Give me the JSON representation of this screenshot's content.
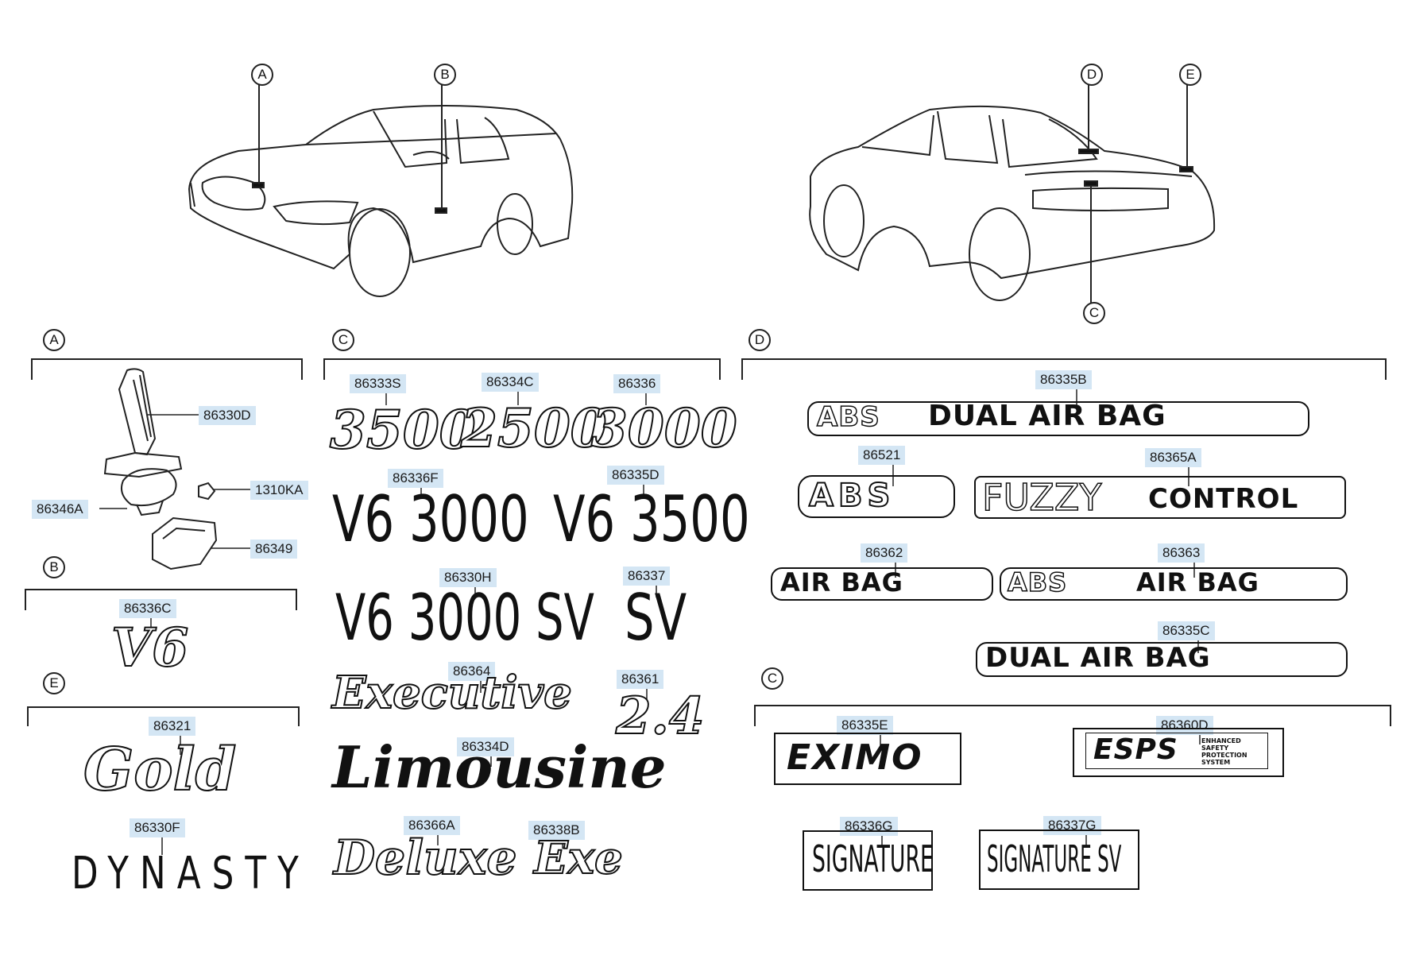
{
  "callouts": {
    "top_A": "A",
    "top_B": "B",
    "top_D": "D",
    "top_E": "E",
    "top_C": "C",
    "sec_A": "A",
    "sec_B": "B",
    "sec_C": "C",
    "sec_D": "D",
    "sec_E": "E",
    "sec_C2": "C"
  },
  "parts": {
    "p86330D": "86330D",
    "p1310KA": "1310KA",
    "p86346A": "86346A",
    "p86349": "86349",
    "p86336C": "86336C",
    "p86321": "86321",
    "p86330F": "86330F",
    "p86333S": "86333S",
    "p86334C": "86334C",
    "p86336": "86336",
    "p86336F": "86336F",
    "p86335D": "86335D",
    "p86330H": "86330H",
    "p86337": "86337",
    "p86364": "86364",
    "p86361": "86361",
    "p86334D": "86334D",
    "p86366A": "86366A",
    "p86338B": "86338B",
    "p86335B": "86335B",
    "p86521": "86521",
    "p86365A": "86365A",
    "p86362": "86362",
    "p86363": "86363",
    "p86335C": "86335C",
    "p86335E": "86335E",
    "p86360D": "86360D",
    "p86336G": "86336G",
    "p86337G": "86337G"
  },
  "emblems": {
    "v6_small": "V6",
    "gold": "Gold",
    "dynasty": "DYNASTY",
    "e3500": "3500",
    "e2500": "2500",
    "e3000": "3000",
    "v6_3000": "V6 3000",
    "v6_3500": "V6 3500",
    "v6_3000_sv": "V6 3000 SV",
    "sv": "SV",
    "executive": "Executive",
    "two_four": "2.4",
    "limousine": "Limousine",
    "deluxe": "Deluxe",
    "exe": "Exe",
    "abs_dual_airbag_abs": "ABS",
    "abs_dual_airbag_text": "DUAL AIR BAG",
    "abs": "ABS",
    "fuzzy": "FUZZY",
    "control": "CONTROL",
    "airbag": "AIR BAG",
    "abs_airbag_abs": "ABS",
    "abs_airbag_text": "AIR BAG",
    "dual_airbag": "DUAL AIR BAG",
    "eximo": "EXIMO",
    "esps": "ESPS",
    "esps_sub": [
      "ENHANCED",
      "SAFETY",
      "PROTECTION",
      "SYSTEM"
    ],
    "signature": "SIGNATURE",
    "signature_sv": "SIGNATURE SV"
  }
}
